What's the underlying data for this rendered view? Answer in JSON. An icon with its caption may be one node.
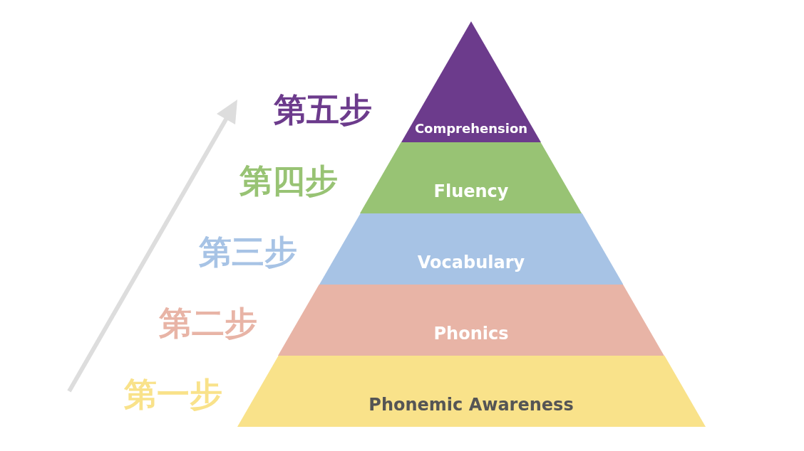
{
  "diagram": {
    "nodes": [
      {
        "text": [
          "Comprehension"
        ],
        "beside": [
          "第五步"
        ]
      },
      {
        "text": [
          "Fluency"
        ],
        "beside": [
          "第四步"
        ]
      },
      {
        "text": [
          "Vocabulary"
        ],
        "beside": [
          "第三步"
        ]
      },
      {
        "text": [
          "Phonics"
        ],
        "beside": [
          "第二步"
        ]
      },
      {
        "text": [
          "Phonemic Awareness"
        ],
        "beside": [
          "第一步"
        ]
      }
    ]
  }
}
